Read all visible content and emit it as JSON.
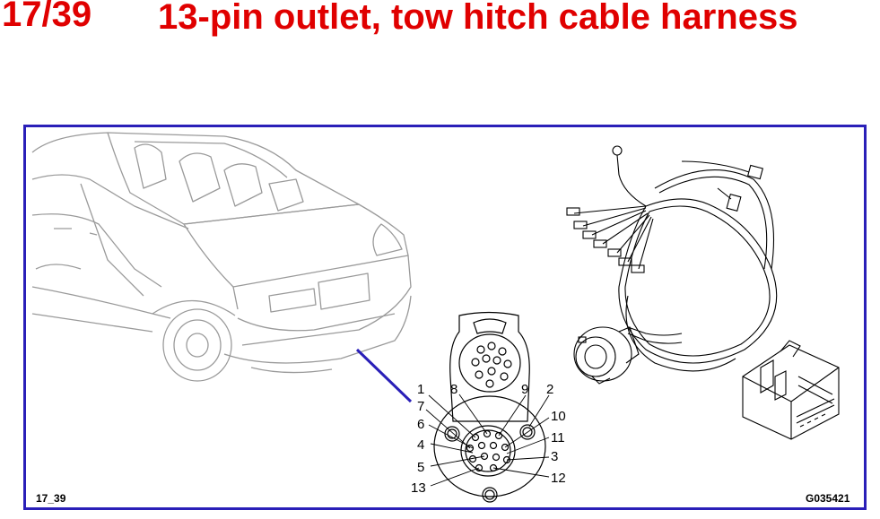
{
  "header": {
    "number": "17/39",
    "title": "13-pin outlet, tow hitch cable harness"
  },
  "figure": {
    "code_left": "17_39",
    "code_right": "G035421",
    "pins": {
      "p1": "1",
      "p2": "2",
      "p3": "3",
      "p4": "4",
      "p5": "5",
      "p6": "6",
      "p7": "7",
      "p8": "8",
      "p9": "9",
      "p10": "10",
      "p11": "11",
      "p12": "12",
      "p13": "13"
    },
    "colors": {
      "title": "#e00000",
      "frame": "#2a1fb8",
      "line": "#8a8a8a"
    }
  }
}
